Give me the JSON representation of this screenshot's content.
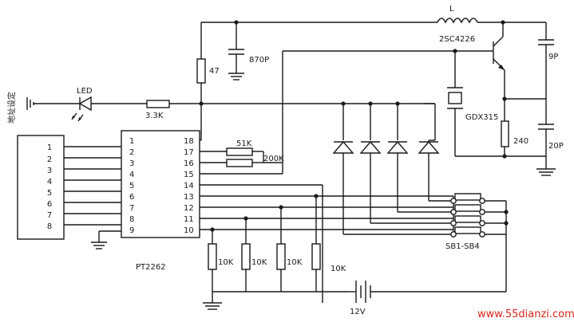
{
  "address_label": "地址设定",
  "components": {
    "led": "LED",
    "r_led": "3.3K",
    "r_feed": "47",
    "c_bypass": "870P",
    "r_osc1": "51K",
    "r_osc2": "200K",
    "inductor": "L",
    "transistor": "2SC4226",
    "cap_cb": "9P",
    "crystal": "GDX315",
    "r_emitter": "240",
    "cap_ce": "20P",
    "pulldowns": [
      "10K",
      "10K",
      "10K",
      "10K"
    ],
    "battery": "12V",
    "switches": "SB1-SB4"
  },
  "ic": {
    "name": "PT2262",
    "left_pins": [
      "1",
      "2",
      "3",
      "4",
      "5",
      "6",
      "7",
      "8",
      "9"
    ],
    "right_pins": [
      "18",
      "17",
      "16",
      "15",
      "14",
      "13",
      "12",
      "11",
      "10"
    ]
  },
  "header_pins": [
    "1",
    "2",
    "3",
    "4",
    "5",
    "6",
    "7",
    "8"
  ],
  "watermark": "www.55dianzi.com"
}
